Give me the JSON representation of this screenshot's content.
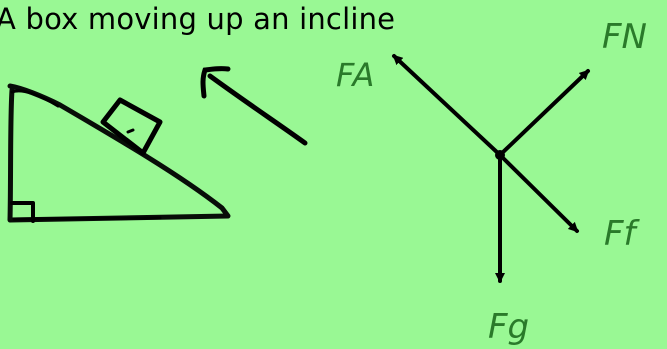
{
  "title": "A box moving up an incline",
  "forces": {
    "applied": "FA",
    "normal": "FN",
    "friction": "Ff",
    "gravity": "Fg"
  },
  "colors": {
    "background": "#99f894",
    "ink": "#000000",
    "label_ink": "#2a7a2a"
  }
}
